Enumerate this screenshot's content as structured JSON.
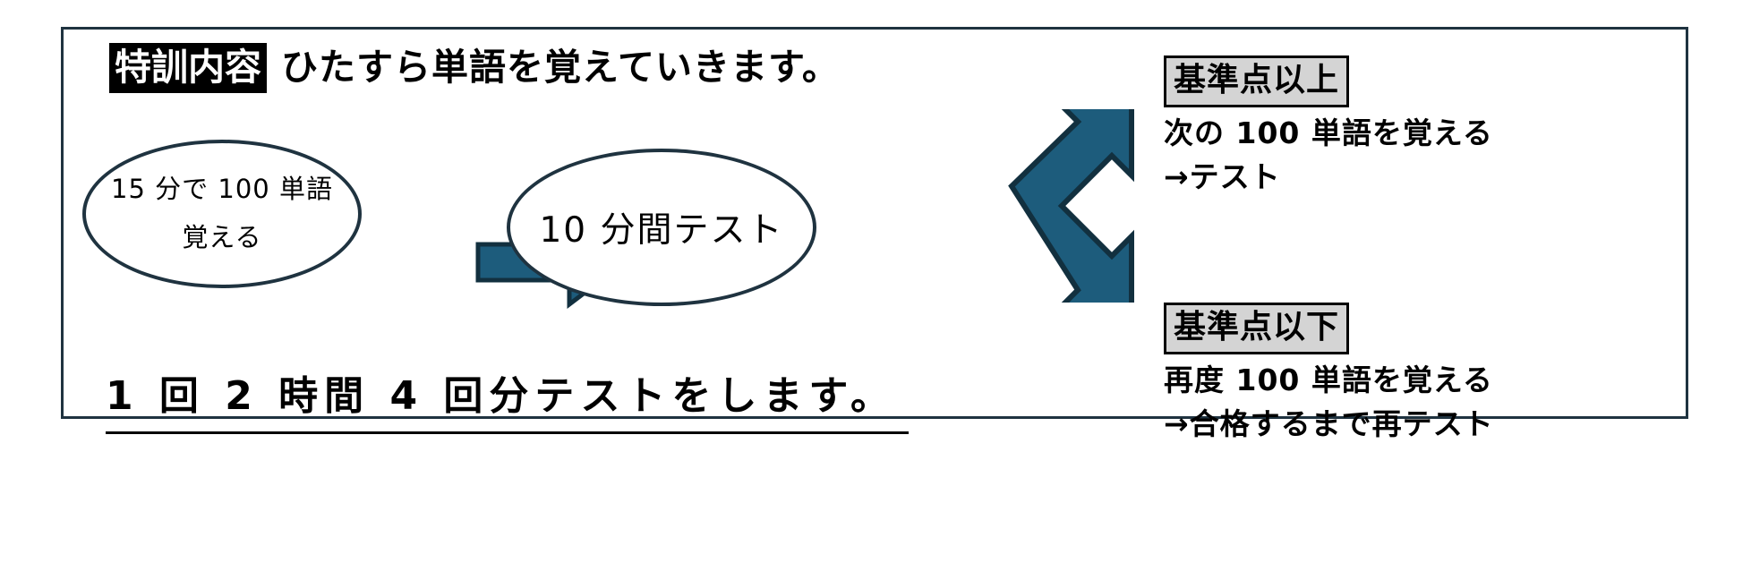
{
  "colors": {
    "frame_border": "#1f3340",
    "ellipse_border": "#1f3340",
    "arrow_fill": "#1d5c7c",
    "arrow_border": "#12303f",
    "tag_dark_bg": "#000000",
    "tag_dark_fg": "#ffffff",
    "tag_gray_bg": "#d4d4d4",
    "tag_gray_border": "#000000",
    "text": "#000000",
    "page_bg": "#ffffff"
  },
  "header": {
    "tag_label": "特訓内容",
    "description": "ひたすら単語を覚えていきます。"
  },
  "flow": {
    "step1": {
      "line1": "15 分で 100 単語",
      "line2": "覚える"
    },
    "arrow_main": "right-block-arrow",
    "step2": {
      "line1": "10 分間テスト"
    },
    "arrow_branch": "branching-double-arrow"
  },
  "outcomes": [
    {
      "id": "pass",
      "tag_label": "基準点以上",
      "line1": "次の 100 単語を覚える",
      "line2": "→テスト"
    },
    {
      "id": "fail",
      "tag_label": "基準点以下",
      "line1": "再度 100 単語を覚える",
      "line2": "→合格するまで再テスト"
    }
  ],
  "bottom_note": "1 回 2 時間 4 回分テストをします。"
}
